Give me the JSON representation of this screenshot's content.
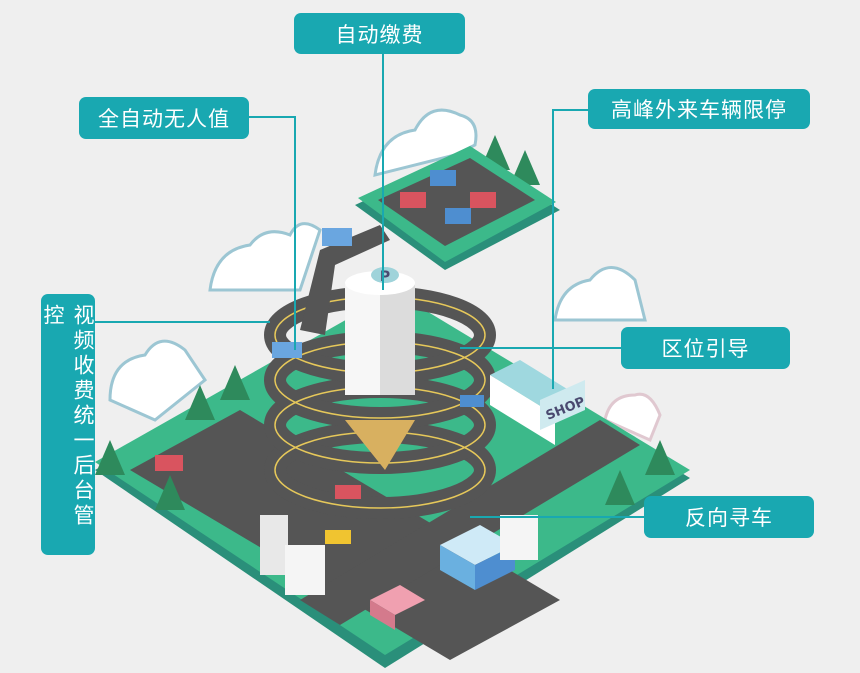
{
  "labels": {
    "auto_payment": "自动缴费",
    "fully_unattended": "全自动无人值",
    "peak_restriction": "高峰外来车辆限停",
    "video_billing": "视频收费统一后台管控",
    "zone_guidance": "区位引导",
    "reverse_car_search": "反向寻车"
  },
  "illustration": {
    "shop_sign": "SHOP",
    "parking_sign": "P"
  },
  "colors": {
    "label_bg": "#19a8b1",
    "background": "#efefef",
    "ground": "#3cb98a",
    "road": "#555555"
  }
}
